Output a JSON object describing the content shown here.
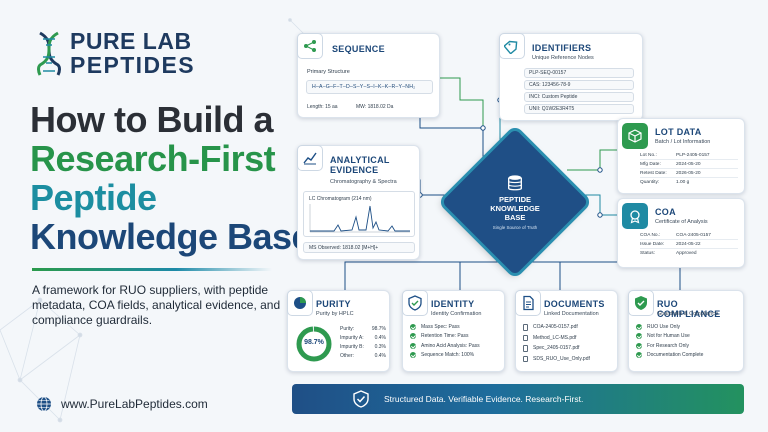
{
  "brand": {
    "line1": "PURE LAB",
    "line2": "PEPTIDES"
  },
  "headline": {
    "line1": "How to Build a",
    "line2": "Research-First",
    "line3": "Peptide",
    "line4": "Knowledge Base"
  },
  "description": "A framework for RUO suppliers, with peptide metadata, COA fields, analytical evidence, and compliance guardrails.",
  "website": "www.PureLabPeptides.com",
  "colors": {
    "green": "#2e9a4f",
    "teal": "#1f8aa3",
    "navy": "#1d4f86"
  },
  "hub": {
    "title_line1": "PEPTIDE",
    "title_line2": "KNOWLEDGE",
    "title_line3": "BASE",
    "subtitle": "Single Source of Truth",
    "icon": "database-icon"
  },
  "sequence": {
    "title": "SEQUENCE",
    "icon": "molecule-icon",
    "label": "Primary Structure",
    "sequence_text": "H–A–G–F–T–D–S–Y–S–I–K–K–R–Y–NH₂",
    "length": "Length: 15 aa",
    "mw": "MW: 1818.02 Da"
  },
  "identifiers": {
    "title": "IDENTIFIERS",
    "icon": "tag-icon",
    "subtitle": "Unique Reference Nodes",
    "items": [
      "PLP-SEQ-00157",
      "CAS: 123456-78-9",
      "INCI: Custom Peptide",
      "UNII: Q1W2E3R4T5"
    ]
  },
  "lot": {
    "title": "LOT DATA",
    "icon": "box-icon",
    "subtitle": "Batch / Lot Information",
    "rows": [
      {
        "k": "Lot No.:",
        "v": "PLP-2405-0157"
      },
      {
        "k": "Mfg Date:",
        "v": "2024-05-20"
      },
      {
        "k": "Retest Date:",
        "v": "2026-05-20"
      },
      {
        "k": "Quantity:",
        "v": "1.00 g"
      }
    ]
  },
  "coa": {
    "title": "COA",
    "icon": "certificate-icon",
    "subtitle": "Certificate of Analysis",
    "rows": [
      {
        "k": "COA No.:",
        "v": "COA-2405-0157"
      },
      {
        "k": "Issue Date:",
        "v": "2024-05-22"
      },
      {
        "k": "Status:",
        "v": "Approved"
      }
    ]
  },
  "analytical": {
    "title_line1": "ANALYTICAL",
    "title_line2": "EVIDENCE",
    "icon": "chart-icon",
    "subtitle": "Chromatography & Spectra",
    "chart_title": "LC Chromatogram (214 nm)",
    "ms": "MS Observed: 1818.02 [M+H]+"
  },
  "purity": {
    "title": "PURITY",
    "icon": "pie-icon",
    "subtitle": "Purity by HPLC",
    "value_label": "98.7%",
    "value": 98.7,
    "rows": [
      {
        "k": "Purity:",
        "v": "98.7%"
      },
      {
        "k": "Impurity A:",
        "v": "0.4%"
      },
      {
        "k": "Impurity B:",
        "v": "0.3%"
      },
      {
        "k": "Other:",
        "v": "0.4%"
      }
    ]
  },
  "identity": {
    "title": "IDENTITY",
    "icon": "shield-check-icon",
    "subtitle": "Identity Confirmation",
    "items": [
      "Mass Spec: Pass",
      "Retention Time: Pass",
      "Amino Acid Analysis: Pass",
      "Sequence Match: 100%"
    ]
  },
  "documents": {
    "title": "DOCUMENTS",
    "icon": "document-icon",
    "subtitle": "Linked Documentation",
    "items": [
      "COA-2405-0157.pdf",
      "Method_LC-MS.pdf",
      "Spec_2405-0157.pdf",
      "SDS_RUO_Use_Only.pdf"
    ]
  },
  "compliance": {
    "title": "RUO COMPLIANCE",
    "icon": "shield-icon",
    "subtitle": "Guardrails & Compliance",
    "items": [
      "RUO Use Only",
      "Not for Human Use",
      "For Research Only",
      "Documentation Complete"
    ]
  },
  "banner": {
    "text": "Structured Data. Verifiable Evidence. Research-First.",
    "icon": "shield-check-icon"
  }
}
